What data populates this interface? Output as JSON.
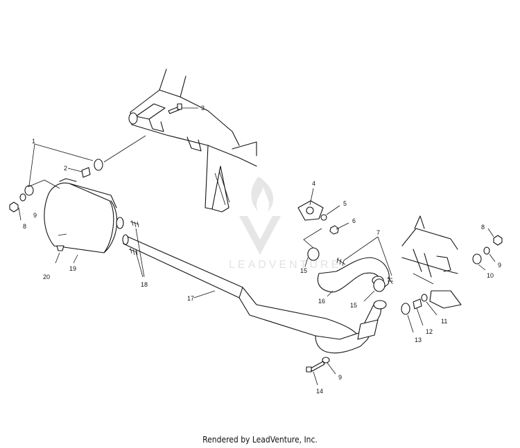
{
  "callouts": [
    {
      "id": "c1",
      "text": "1"
    },
    {
      "id": "c2",
      "text": "2"
    },
    {
      "id": "c3",
      "text": "3"
    },
    {
      "id": "c4",
      "text": "4"
    },
    {
      "id": "c5",
      "text": "5"
    },
    {
      "id": "c6",
      "text": "6"
    },
    {
      "id": "c7",
      "text": "7"
    },
    {
      "id": "c8a",
      "text": "8"
    },
    {
      "id": "c8b",
      "text": "8"
    },
    {
      "id": "c9a",
      "text": "9"
    },
    {
      "id": "c9b",
      "text": "9"
    },
    {
      "id": "c9c",
      "text": "9"
    },
    {
      "id": "c10",
      "text": "10"
    },
    {
      "id": "c11",
      "text": "11"
    },
    {
      "id": "c12",
      "text": "12"
    },
    {
      "id": "c13",
      "text": "13"
    },
    {
      "id": "c14",
      "text": "14"
    },
    {
      "id": "c15a",
      "text": "15"
    },
    {
      "id": "c15b",
      "text": "15"
    },
    {
      "id": "c16",
      "text": "16"
    },
    {
      "id": "c17",
      "text": "17"
    },
    {
      "id": "c18",
      "text": "18"
    },
    {
      "id": "c19",
      "text": "19"
    },
    {
      "id": "c20",
      "text": "20"
    }
  ],
  "watermark": {
    "text": "LEADVENTURE"
  },
  "footer": {
    "text": "Rendered by LeadVenture, Inc."
  }
}
